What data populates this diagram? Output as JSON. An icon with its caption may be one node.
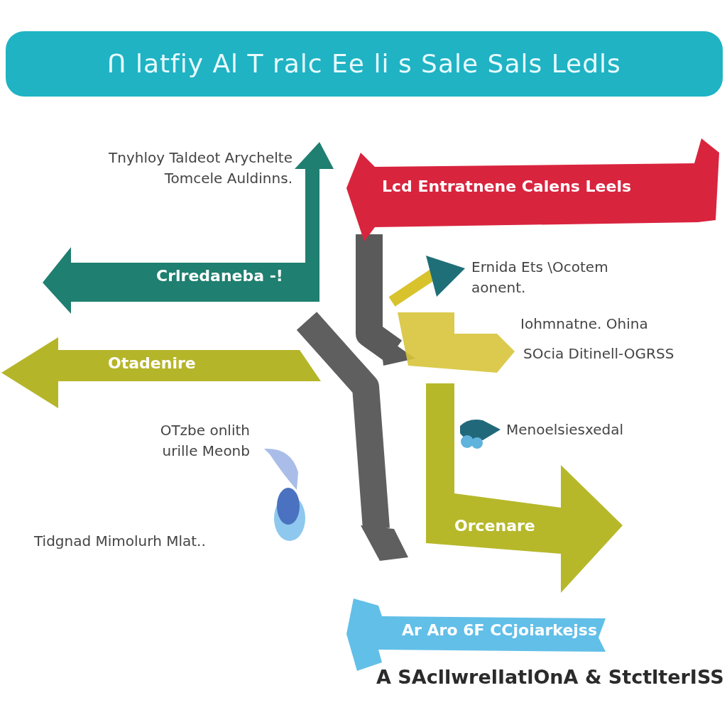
{
  "diagram": {
    "title": "Ո latfiy Al T ralc Ee li s Sale Sals Ledls",
    "caption": "A SAcllwrelIatlOnA & StctlterISS",
    "nodes": [
      {
        "text": [
          "Crlredaneba -!"
        ]
      },
      {
        "text": [
          "Otadenire"
        ]
      },
      {
        "text": [
          "Lcd Entratnene Calens Leels"
        ]
      },
      {
        "text": [
          "Orcenare"
        ]
      },
      {
        "text": [
          "Ar Aro 6F CCjoiarkejss"
        ]
      }
    ],
    "labels": [
      "Tnyhloy Taldeot Arychelte Tomcele Auldinns.",
      "Ernida Ets \\Ocotem aonent.",
      "Iohmnatne. Ohina",
      "SOcia Ditinell-OGRSS",
      "OTzbe onlith urille Meonb",
      "Menoelsiesxedal",
      "Tidgnad Mimolurh Mlat.."
    ]
  }
}
